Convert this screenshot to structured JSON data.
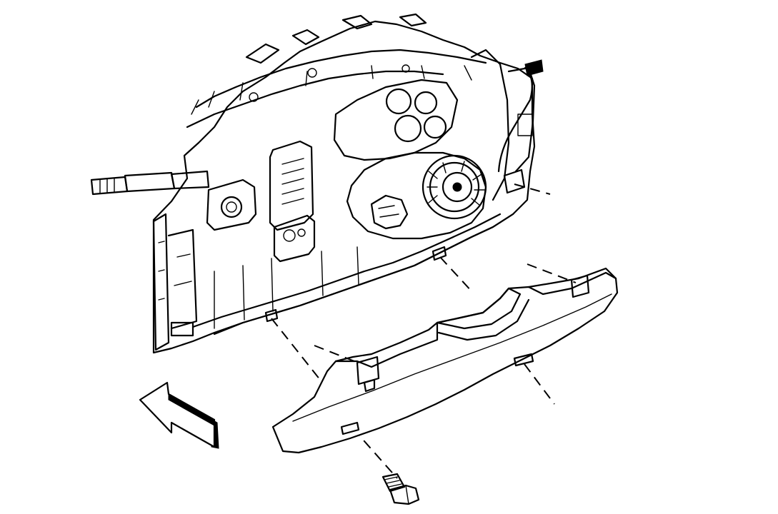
{
  "figure": {
    "components": [
      {
        "name": "instrument-panel-carrier",
        "icon": "instrument-panel-icon"
      },
      {
        "name": "knee-bolster-trim-panel",
        "icon": "trim-panel-icon"
      },
      {
        "name": "retaining-bolt",
        "icon": "bolt-icon"
      },
      {
        "name": "front-direction-arrow",
        "icon": "arrow-icon"
      }
    ],
    "colors": {
      "line": "#000000",
      "background": "#ffffff"
    }
  }
}
